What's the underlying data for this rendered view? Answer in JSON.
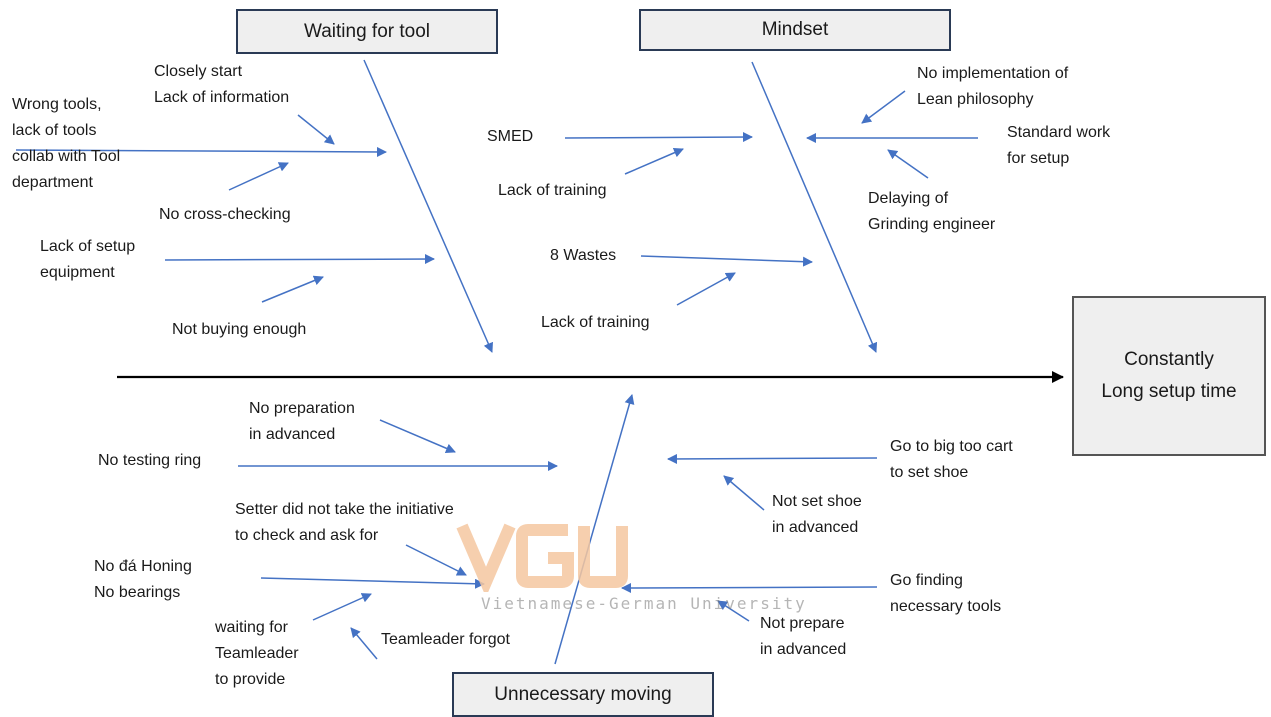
{
  "categories": {
    "waiting_for_tool": "Waiting for tool",
    "mindset": "Mindset",
    "unnecessary_moving": "Unnecessary moving"
  },
  "effect": {
    "line1": "Constantly",
    "line2": "Long setup time"
  },
  "causes": {
    "closely_start": "Closely start",
    "lack_of_information": "Lack of information",
    "wrong_tools_1": "Wrong tools,",
    "wrong_tools_2": "lack of tools",
    "wrong_tools_3": "collab with Tool",
    "wrong_tools_4": "department",
    "no_cross_checking": "No cross-checking",
    "lack_setup_equipment_1": "Lack of setup",
    "lack_setup_equipment_2": "equipment",
    "not_buying_enough": "Not buying enough",
    "smed": "SMED",
    "lack_of_training_1": "Lack of training",
    "eight_wastes": "8 Wastes",
    "lack_of_training_2": "Lack of training",
    "no_lean_1": "No implementation of",
    "no_lean_2": "Lean philosophy",
    "standard_work_1": "Standard work",
    "standard_work_2": "for setup",
    "delaying_1": "Delaying of",
    "delaying_2": "Grinding engineer",
    "no_preparation_1": "No preparation",
    "no_preparation_2": "in advanced",
    "no_testing_ring": "No testing ring",
    "setter_1": "Setter did not take the initiative",
    "setter_2": "to check and ask for",
    "no_da_honing": "No đá Honing",
    "no_bearings": "No bearings",
    "waiting_tl_1": "waiting for",
    "waiting_tl_2": "Teamleader",
    "waiting_tl_3": "to provide",
    "teamleader_forgot": "Teamleader forgot",
    "go_big_cart_1": "Go to big too cart",
    "go_big_cart_2": "to set shoe",
    "not_set_shoe_1": "Not set shoe",
    "not_set_shoe_2": "in advanced",
    "go_finding_1": "Go finding",
    "go_finding_2": "necessary tools",
    "not_prepare_1": "Not prepare",
    "not_prepare_2": "in advanced"
  },
  "watermark": {
    "logo": "VGU",
    "subtitle": "Vietnamese-German University"
  },
  "colors": {
    "arrow": "#4472c4",
    "spine": "#000000",
    "box_border": "#2a3a55",
    "box_fill": "#efefef",
    "watermark_orange": "#f5c7a0"
  }
}
